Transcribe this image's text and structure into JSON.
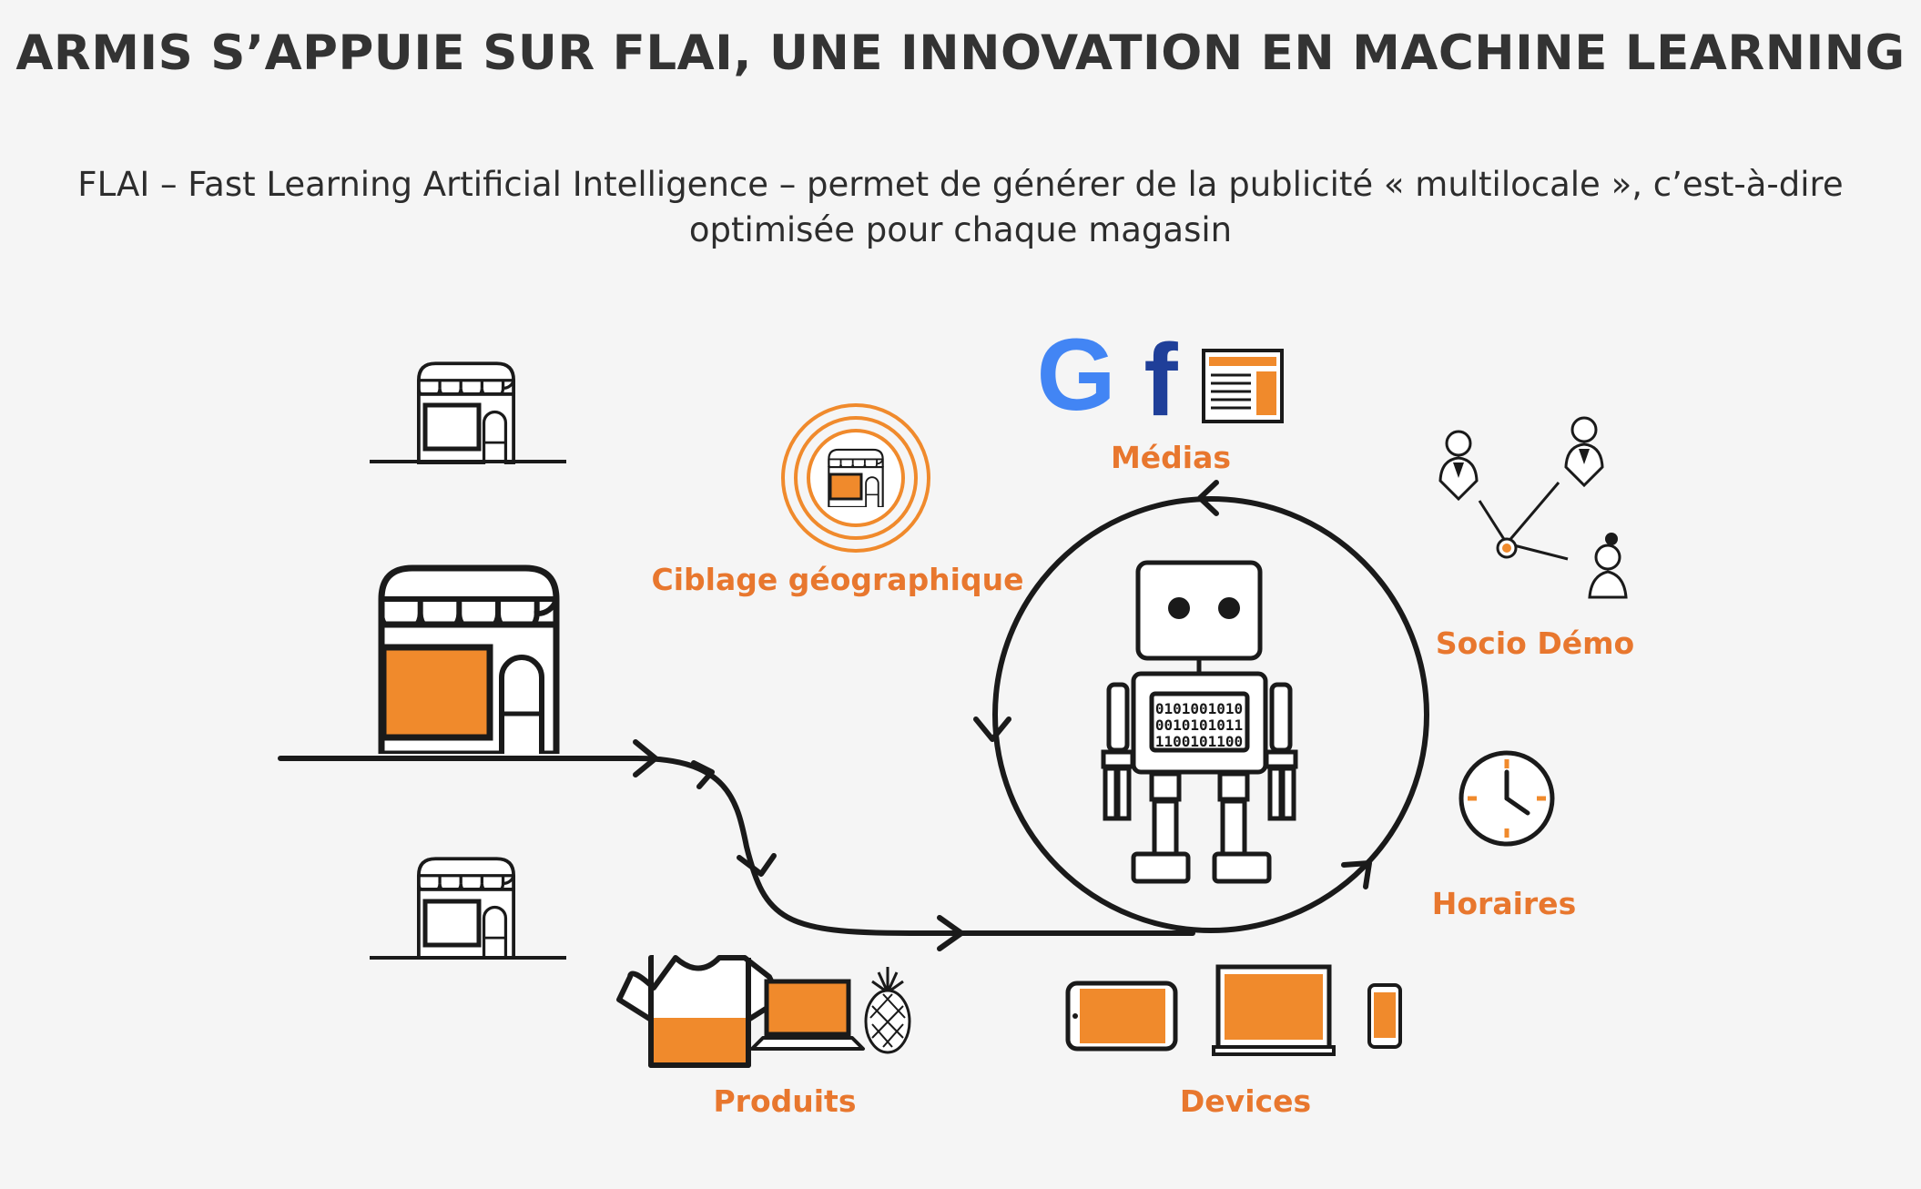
{
  "header": {
    "title": "ARMIS S’APPUIE SUR FLAI, UNE INNOVATION EN MACHINE LEARNING",
    "subtitle_line1": "FLAI – Fast Learning Artificial Intelligence – permet de générer de la publicité « multilocale », c’est-à-dire",
    "subtitle_line2": "optimisée pour chaque magasin"
  },
  "labels": {
    "ciblage": "Ciblage géographique",
    "medias": "Médias",
    "socio": "Socio Démo",
    "horaires": "Horaires",
    "produits": "Produits",
    "devices": "Devices"
  },
  "robot": {
    "binary_line1": "0101001010",
    "binary_line2": "0010101011",
    "binary_line3": "1100101100"
  },
  "logos": {
    "google_letter": "G",
    "facebook_letter": "f"
  },
  "colors": {
    "accent_orange": "#f08a2c",
    "label_orange": "#e8772e",
    "line_dark": "#1a1a1a",
    "title_dark": "#333333",
    "background": "#f5f5f5"
  }
}
